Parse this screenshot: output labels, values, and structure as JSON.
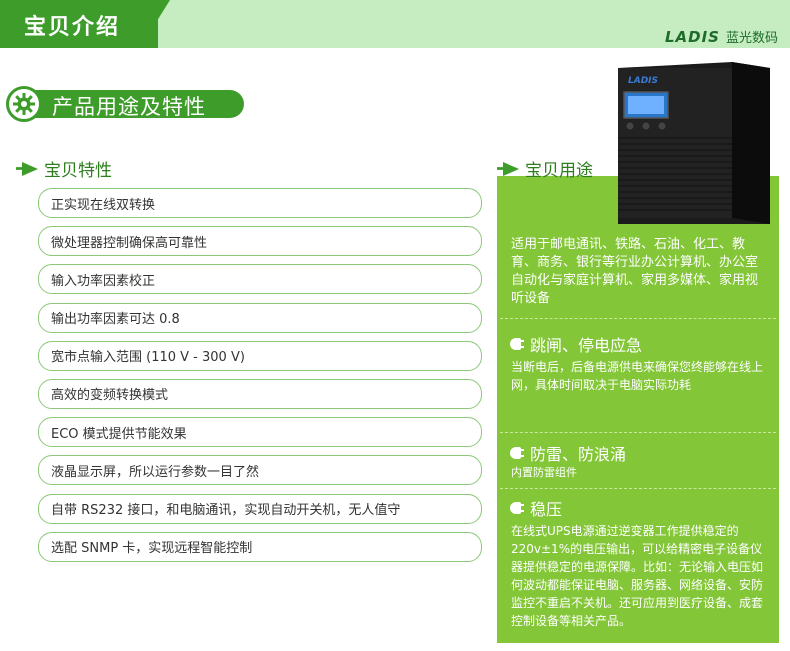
{
  "header": {
    "title": "宝贝介绍",
    "brand_logo": "LADIS",
    "brand_name": "蓝光数码",
    "colors": {
      "tab": "#3e9d2a",
      "band": "#c5edc1"
    }
  },
  "section": {
    "title": "产品用途及特性",
    "icon": "gear-icon"
  },
  "features": {
    "heading": "宝贝特性",
    "items": [
      "正实现在线双转换",
      "微处理器控制确保高可靠性",
      "输入功率因素校正",
      "输出功率因素可达 0.8",
      "宽市点输入范围 (110 V - 300 V)",
      "高效的变频转换模式",
      "ECO 模式提供节能效果",
      "液晶显示屏，所以运行参数一目了然",
      "自带 RS232 接口，和电脑通讯，实现自动开关机，无人值守",
      "选配 SNMP 卡，实现远程智能控制"
    ]
  },
  "usage": {
    "heading": "宝贝用途",
    "intro": "适用于邮电通讯、铁路、石油、化工、教育、商务、银行等行业办公计算机、办公室自动化与家庭计算机、家用多媒体、家用视听设备",
    "blocks": [
      {
        "title": "跳闸、停电应急",
        "body": "当断电后，后备电源供电来确保您终能够在线上网，具体时间取决于电脑实际功耗"
      },
      {
        "title": "防雷、防浪涌",
        "body": "内置防雷组件"
      },
      {
        "title": "稳压",
        "body": "在线式UPS电源通过逆变器工作提供稳定的220v±1%的电压输出，可以给精密电子设备仪器提供稳定的电源保障。比如：无论输入电压如何波动都能保证电脑、服务器、网络设备、安防监控不重启不关机。还可应用到医疗设备、成套控制设备等相关产品。"
      }
    ],
    "panel_color": "#83c637"
  },
  "device": {
    "logo": "LADIS"
  }
}
